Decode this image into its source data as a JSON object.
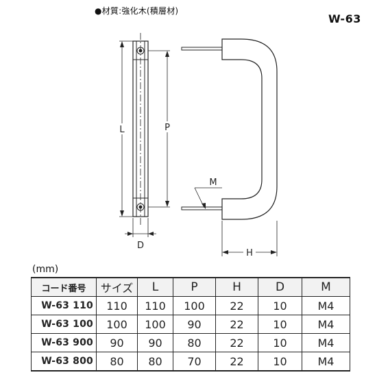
{
  "header": {
    "material_note": "●材質:強化木(積層材)",
    "product_code": "W-63"
  },
  "drawing": {
    "labels": {
      "L": "L",
      "P": "P",
      "D": "D",
      "H": "H",
      "M": "M"
    }
  },
  "table": {
    "unit": "(mm)",
    "columns": [
      "コード番号",
      "サイズ",
      "L",
      "P",
      "H",
      "D",
      "M"
    ],
    "rows": [
      [
        "W-63 110",
        "110",
        "110",
        "100",
        "22",
        "10",
        "M4"
      ],
      [
        "W-63 100",
        "100",
        "100",
        "90",
        "22",
        "10",
        "M4"
      ],
      [
        "W-63 900",
        "90",
        "90",
        "80",
        "22",
        "10",
        "M4"
      ],
      [
        "W-63 800",
        "80",
        "80",
        "70",
        "22",
        "10",
        "M4"
      ]
    ]
  }
}
